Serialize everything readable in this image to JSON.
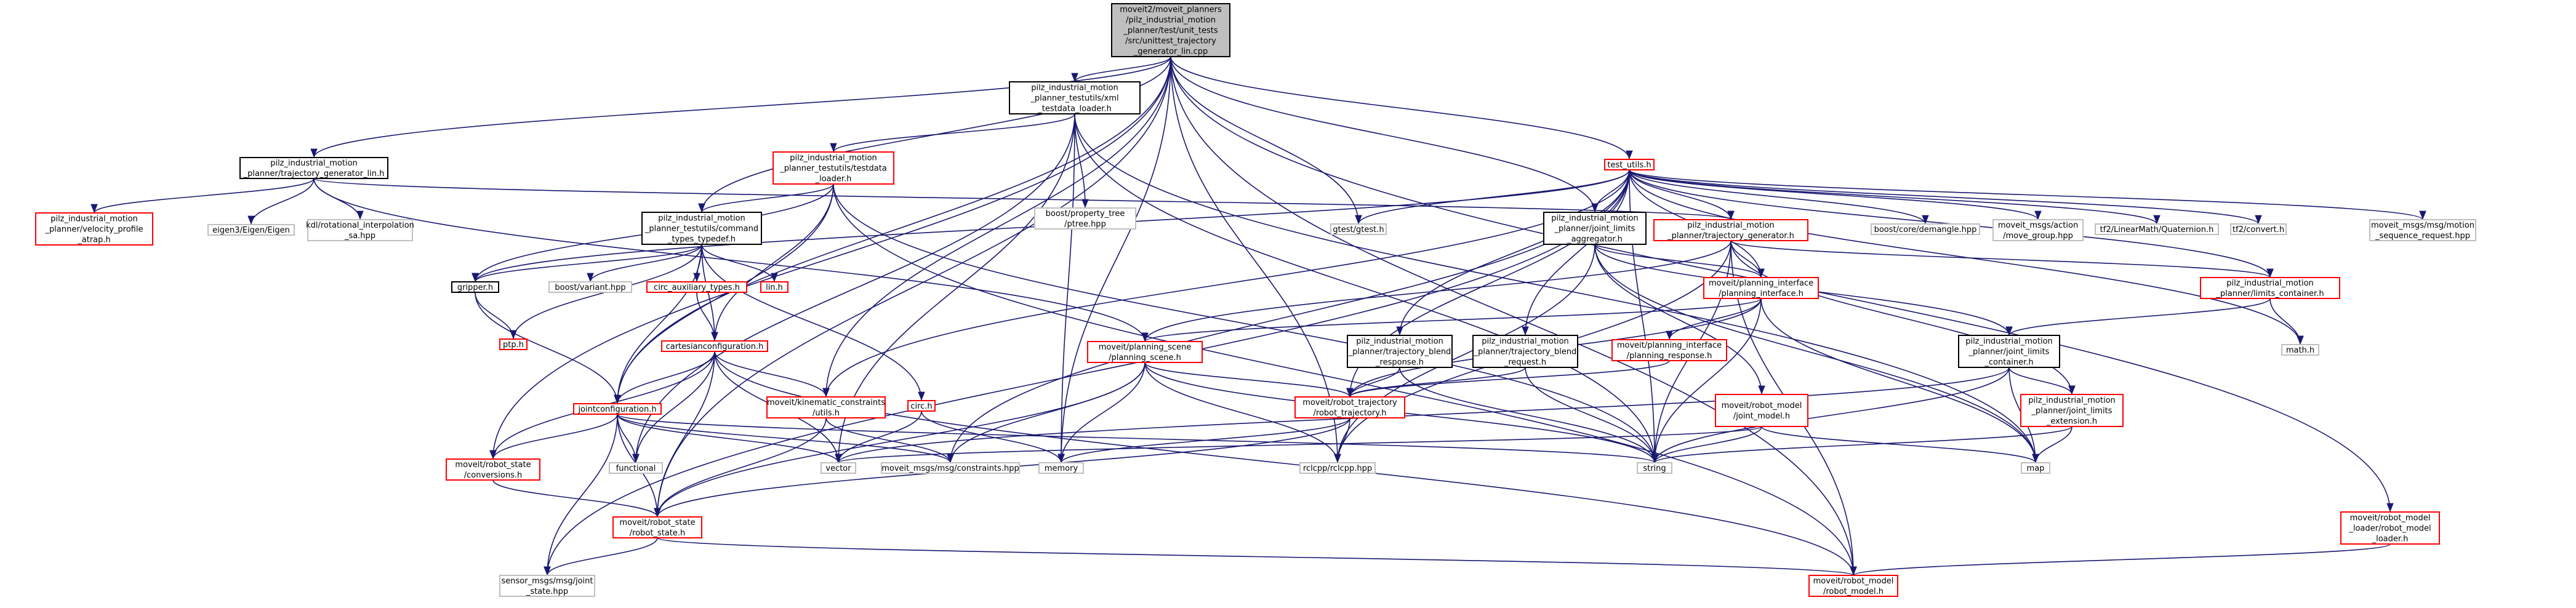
{
  "colors": {
    "root_fill": "#bfbfbf",
    "root_stroke": "#000000",
    "documented_stroke": "#000000",
    "undocumented_stroke": "#ff0000",
    "external_stroke": "#bfbfbf",
    "edge": "#191970"
  },
  "nodes": [
    {
      "id": "root",
      "kind": "root",
      "lines": [
        "moveit2/moveit_planners",
        "/pilz_industrial_motion",
        "_planner/test/unit_tests",
        "/src/unittest_trajectory",
        "_generator_lin.cpp"
      ]
    },
    {
      "id": "tg_lin",
      "kind": "documented",
      "lines": [
        "pilz_industrial_motion",
        "_planner/trajectory_generator_lin.h"
      ]
    },
    {
      "id": "xml_loader",
      "kind": "documented",
      "lines": [
        "pilz_industrial_motion",
        "_planner_testutils/xml",
        "_testdata_loader.h"
      ]
    },
    {
      "id": "test_utils",
      "kind": "undocumented",
      "lines": [
        "test_utils.h"
      ]
    },
    {
      "id": "vel_atrap",
      "kind": "undocumented",
      "lines": [
        "pilz_industrial_motion",
        "_planner/velocity_profile",
        "_atrap.h"
      ]
    },
    {
      "id": "eigen",
      "kind": "external",
      "lines": [
        "eigen3/Eigen/Eigen"
      ]
    },
    {
      "id": "kdl_rot",
      "kind": "external",
      "lines": [
        "kdl/rotational_interpolation",
        "_sa.hpp"
      ]
    },
    {
      "id": "testdata_loader",
      "kind": "undocumented",
      "lines": [
        "pilz_industrial_motion",
        "_planner_testutils/testdata",
        "_loader.h"
      ]
    },
    {
      "id": "ptree",
      "kind": "external",
      "lines": [
        "boost/property_tree",
        "/ptree.hpp"
      ]
    },
    {
      "id": "gtest",
      "kind": "external",
      "lines": [
        "gtest/gtest.h"
      ]
    },
    {
      "id": "demangle",
      "kind": "external",
      "lines": [
        "boost/core/demangle.hpp"
      ]
    },
    {
      "id": "move_group",
      "kind": "external",
      "lines": [
        "moveit_msgs/action",
        "/move_group.hpp"
      ]
    },
    {
      "id": "quat",
      "kind": "external",
      "lines": [
        "tf2/LinearMath/Quaternion.h"
      ]
    },
    {
      "id": "tf2convert",
      "kind": "external",
      "lines": [
        "tf2/convert.h"
      ]
    },
    {
      "id": "mseq",
      "kind": "external",
      "lines": [
        "moveit_msgs/msg/motion",
        "_sequence_request.hpp"
      ]
    },
    {
      "id": "cmd_types",
      "kind": "documented",
      "lines": [
        "pilz_industrial_motion",
        "_planner_testutils/command",
        "_types_typedef.h"
      ]
    },
    {
      "id": "jl_aggr",
      "kind": "documented",
      "lines": [
        "pilz_industrial_motion",
        "_planner/joint_limits",
        "_aggregator.h"
      ]
    },
    {
      "id": "traj_gen",
      "kind": "undocumented",
      "lines": [
        "pilz_industrial_motion",
        "_planner/trajectory_generator.h"
      ]
    },
    {
      "id": "gripper",
      "kind": "documented",
      "lines": [
        "gripper.h"
      ]
    },
    {
      "id": "variant",
      "kind": "external",
      "lines": [
        "boost/variant.hpp"
      ]
    },
    {
      "id": "circ_aux",
      "kind": "undocumented",
      "lines": [
        "circ_auxiliary_types.h"
      ]
    },
    {
      "id": "lin",
      "kind": "undocumented",
      "lines": [
        "lin.h"
      ]
    },
    {
      "id": "planning_iface",
      "kind": "undocumented",
      "lines": [
        "moveit/planning_interface",
        "/planning_interface.h"
      ]
    },
    {
      "id": "limits_container",
      "kind": "undocumented",
      "lines": [
        "pilz_industrial_motion",
        "_planner/limits_container.h"
      ]
    },
    {
      "id": "math",
      "kind": "external",
      "lines": [
        "math.h"
      ]
    },
    {
      "id": "ptp",
      "kind": "undocumented",
      "lines": [
        "ptp.h"
      ]
    },
    {
      "id": "cartesian",
      "kind": "undocumented",
      "lines": [
        "cartesianconfiguration.h"
      ]
    },
    {
      "id": "planning_scene",
      "kind": "undocumented",
      "lines": [
        "moveit/planning_scene",
        "/planning_scene.h"
      ]
    },
    {
      "id": "blend_resp",
      "kind": "documented",
      "lines": [
        "pilz_industrial_motion",
        "_planner/trajectory_blend",
        "_response.h"
      ]
    },
    {
      "id": "blend_req",
      "kind": "documented",
      "lines": [
        "pilz_industrial_motion",
        "_planner/trajectory_blend",
        "_request.h"
      ]
    },
    {
      "id": "planning_resp",
      "kind": "undocumented",
      "lines": [
        "moveit/planning_interface",
        "/planning_response.h"
      ]
    },
    {
      "id": "jl_container",
      "kind": "documented",
      "lines": [
        "pilz_industrial_motion",
        "_planner/joint_limits",
        "_container.h"
      ]
    },
    {
      "id": "kin_constr",
      "kind": "undocumented",
      "lines": [
        "moveit/kinematic_constraints",
        "/utils.h"
      ]
    },
    {
      "id": "circ",
      "kind": "undocumented",
      "lines": [
        "circ.h"
      ]
    },
    {
      "id": "robot_traj",
      "kind": "undocumented",
      "lines": [
        "moveit/robot_trajectory",
        "/robot_trajectory.h"
      ]
    },
    {
      "id": "joint_model",
      "kind": "undocumented",
      "lines": [
        "moveit/robot_model",
        "/joint_model.h"
      ]
    },
    {
      "id": "jl_ext",
      "kind": "undocumented",
      "lines": [
        "pilz_industrial_motion",
        "_planner/joint_limits",
        "_extension.h"
      ]
    },
    {
      "id": "jointconf",
      "kind": "undocumented",
      "lines": [
        "jointconfiguration.h"
      ]
    },
    {
      "id": "functional",
      "kind": "external",
      "lines": [
        "functional"
      ]
    },
    {
      "id": "vector",
      "kind": "external",
      "lines": [
        "vector"
      ]
    },
    {
      "id": "constraints",
      "kind": "external",
      "lines": [
        "moveit_msgs/msg/constraints.hpp"
      ]
    },
    {
      "id": "memory",
      "kind": "external",
      "lines": [
        "memory"
      ]
    },
    {
      "id": "rclcpp",
      "kind": "external",
      "lines": [
        "rclcpp/rclcpp.hpp"
      ]
    },
    {
      "id": "string",
      "kind": "external",
      "lines": [
        "string"
      ]
    },
    {
      "id": "map",
      "kind": "external",
      "lines": [
        "map"
      ]
    },
    {
      "id": "rs_conv",
      "kind": "undocumented",
      "lines": [
        "moveit/robot_state",
        "/conversions.h"
      ]
    },
    {
      "id": "robot_state",
      "kind": "undocumented",
      "lines": [
        "moveit/robot_state",
        "/robot_state.h"
      ]
    },
    {
      "id": "rml_loader",
      "kind": "undocumented",
      "lines": [
        "moveit/robot_model",
        "_loader/robot_model",
        "_loader.h"
      ]
    },
    {
      "id": "jstate",
      "kind": "external",
      "lines": [
        "sensor_msgs/msg/joint",
        "_state.hpp"
      ]
    },
    {
      "id": "robot_model",
      "kind": "undocumented",
      "lines": [
        "moveit/robot_model",
        "/robot_model.h"
      ]
    }
  ],
  "edges": [
    [
      "root",
      "tg_lin"
    ],
    [
      "root",
      "xml_loader"
    ],
    [
      "root",
      "test_utils"
    ],
    [
      "root",
      "gtest"
    ],
    [
      "root",
      "cmd_types"
    ],
    [
      "root",
      "jl_aggr"
    ],
    [
      "root",
      "kin_constr"
    ],
    [
      "root",
      "jointconf"
    ],
    [
      "root",
      "rs_conv"
    ],
    [
      "root",
      "robot_state"
    ],
    [
      "root",
      "rml_loader"
    ],
    [
      "root",
      "robot_model"
    ],
    [
      "root",
      "memory"
    ],
    [
      "root",
      "rclcpp"
    ],
    [
      "tg_lin",
      "vel_atrap"
    ],
    [
      "tg_lin",
      "eigen"
    ],
    [
      "tg_lin",
      "kdl_rot"
    ],
    [
      "tg_lin",
      "traj_gen"
    ],
    [
      "tg_lin",
      "planning_scene"
    ],
    [
      "xml_loader",
      "testdata_loader"
    ],
    [
      "xml_loader",
      "ptree"
    ],
    [
      "xml_loader",
      "memory"
    ],
    [
      "xml_loader",
      "string"
    ],
    [
      "xml_loader",
      "vector"
    ],
    [
      "xml_loader",
      "functional"
    ],
    [
      "xml_loader",
      "map"
    ],
    [
      "testdata_loader",
      "cmd_types"
    ],
    [
      "testdata_loader",
      "gripper"
    ],
    [
      "testdata_loader",
      "cartesian"
    ],
    [
      "testdata_loader",
      "jointconf"
    ],
    [
      "testdata_loader",
      "robot_model"
    ],
    [
      "testdata_loader",
      "string"
    ],
    [
      "test_utils",
      "gtest"
    ],
    [
      "test_utils",
      "demangle"
    ],
    [
      "test_utils",
      "move_group"
    ],
    [
      "test_utils",
      "quat"
    ],
    [
      "test_utils",
      "tf2convert"
    ],
    [
      "test_utils",
      "mseq"
    ],
    [
      "test_utils",
      "traj_gen"
    ],
    [
      "test_utils",
      "jl_aggr"
    ],
    [
      "test_utils",
      "limits_container"
    ],
    [
      "test_utils",
      "math"
    ],
    [
      "test_utils",
      "planning_iface"
    ],
    [
      "test_utils",
      "blend_resp"
    ],
    [
      "test_utils",
      "blend_req"
    ],
    [
      "test_utils",
      "kin_constr"
    ],
    [
      "test_utils",
      "robot_traj"
    ],
    [
      "test_utils",
      "constraints"
    ],
    [
      "test_utils",
      "string"
    ],
    [
      "test_utils",
      "jstate"
    ],
    [
      "test_utils",
      "gripper"
    ],
    [
      "cmd_types",
      "variant"
    ],
    [
      "cmd_types",
      "circ_aux"
    ],
    [
      "cmd_types",
      "lin"
    ],
    [
      "cmd_types",
      "gripper"
    ],
    [
      "cmd_types",
      "ptp"
    ],
    [
      "cmd_types",
      "circ"
    ],
    [
      "cmd_types",
      "cartesian"
    ],
    [
      "cmd_types",
      "jointconf"
    ],
    [
      "circ_aux",
      "cartesian"
    ],
    [
      "gripper",
      "ptp"
    ],
    [
      "gripper",
      "jointconf"
    ],
    [
      "cartesian",
      "jointconf"
    ],
    [
      "cartesian",
      "kin_constr"
    ],
    [
      "cartesian",
      "rs_conv"
    ],
    [
      "cartesian",
      "robot_state"
    ],
    [
      "cartesian",
      "robot_model"
    ],
    [
      "cartesian",
      "vector"
    ],
    [
      "cartesian",
      "functional"
    ],
    [
      "jointconf",
      "rs_conv"
    ],
    [
      "jointconf",
      "robot_state"
    ],
    [
      "jointconf",
      "jstate"
    ],
    [
      "jointconf",
      "functional"
    ],
    [
      "jointconf",
      "vector"
    ],
    [
      "jointconf",
      "string"
    ],
    [
      "jointconf",
      "constraints"
    ],
    [
      "kin_constr",
      "constraints"
    ],
    [
      "kin_constr",
      "robot_state"
    ],
    [
      "circ",
      "memory"
    ],
    [
      "circ",
      "vector"
    ],
    [
      "jl_aggr",
      "jl_container"
    ],
    [
      "jl_aggr",
      "joint_model"
    ],
    [
      "jl_aggr",
      "planning_iface"
    ],
    [
      "jl_aggr",
      "rclcpp"
    ],
    [
      "jl_aggr",
      "map"
    ],
    [
      "traj_gen",
      "planning_iface"
    ],
    [
      "traj_gen",
      "planning_scene"
    ],
    [
      "traj_gen",
      "limits_container"
    ],
    [
      "traj_gen",
      "jl_ext"
    ],
    [
      "traj_gen",
      "robot_model"
    ],
    [
      "traj_gen",
      "rclcpp"
    ],
    [
      "traj_gen",
      "string"
    ],
    [
      "planning_iface",
      "planning_resp"
    ],
    [
      "planning_iface",
      "planning_scene"
    ],
    [
      "planning_iface",
      "robot_traj"
    ],
    [
      "planning_iface",
      "string"
    ],
    [
      "planning_iface",
      "map"
    ],
    [
      "planning_resp",
      "robot_traj"
    ],
    [
      "limits_container",
      "jl_container"
    ],
    [
      "limits_container",
      "math"
    ],
    [
      "planning_scene",
      "robot_traj"
    ],
    [
      "planning_scene",
      "robot_state"
    ],
    [
      "planning_scene",
      "constraints"
    ],
    [
      "planning_scene",
      "memory"
    ],
    [
      "planning_scene",
      "rclcpp"
    ],
    [
      "planning_scene",
      "string"
    ],
    [
      "blend_resp",
      "robot_traj"
    ],
    [
      "blend_resp",
      "string"
    ],
    [
      "blend_req",
      "robot_traj"
    ],
    [
      "blend_req",
      "string"
    ],
    [
      "jl_container",
      "jl_ext"
    ],
    [
      "jl_container",
      "vector"
    ],
    [
      "jl_container",
      "map"
    ],
    [
      "jl_container",
      "string"
    ],
    [
      "robot_traj",
      "robot_state"
    ],
    [
      "robot_traj",
      "memory"
    ],
    [
      "robot_traj",
      "rclcpp"
    ],
    [
      "joint_model",
      "string"
    ],
    [
      "joint_model",
      "map"
    ],
    [
      "joint_model",
      "vector"
    ],
    [
      "jl_ext",
      "string"
    ],
    [
      "jl_ext",
      "map"
    ],
    [
      "rs_conv",
      "robot_state"
    ],
    [
      "robot_state",
      "robot_model"
    ],
    [
      "robot_state",
      "jstate"
    ],
    [
      "rml_loader",
      "robot_model"
    ]
  ]
}
